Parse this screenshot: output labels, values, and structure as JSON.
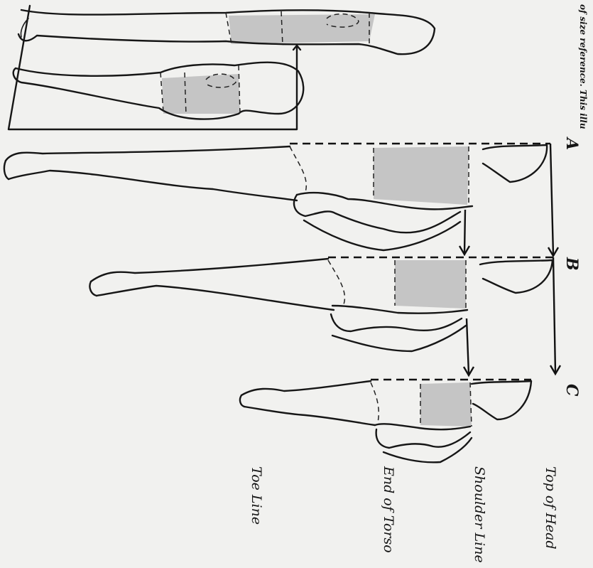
{
  "reference_caption": "of size reference. This illu",
  "figures": [
    {
      "label": "A"
    },
    {
      "label": "B"
    },
    {
      "label": "C"
    }
  ],
  "line_labels": {
    "top_of_head": "Top of Head",
    "shoulder_line": "Shoulder Line",
    "end_of_torso": "End of Torso",
    "toe_line": "Toe Line"
  }
}
